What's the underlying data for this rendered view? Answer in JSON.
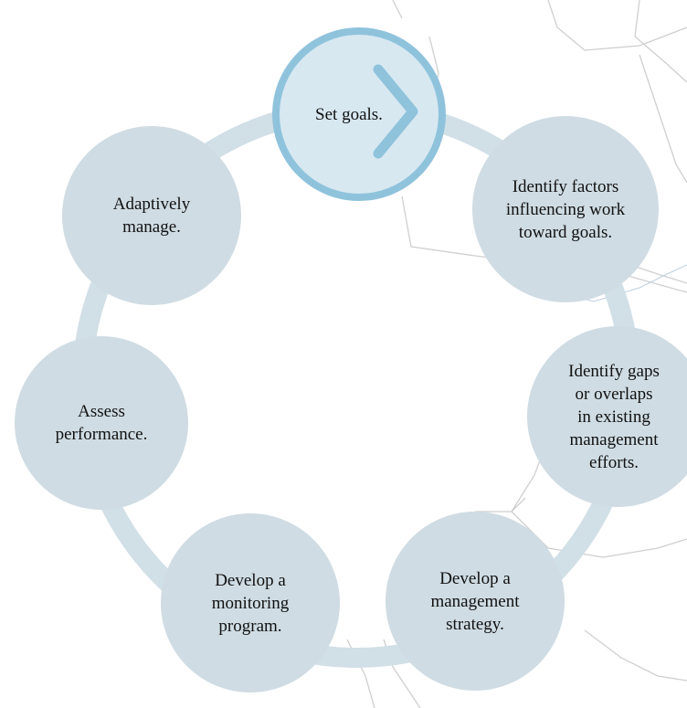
{
  "colors": {
    "node_fill": "#cfdce3",
    "ring": "#d1dfe6",
    "active_fill": "#d7e8f1",
    "active_border": "#8fc3dc",
    "map_lines": "#c9c9c9"
  },
  "cycle": {
    "steps": [
      {
        "id": "set-goals",
        "label": "Set goals.",
        "active": true,
        "icon": "chevron-right-icon"
      },
      {
        "id": "identify-factors",
        "label": "Identify factors\ninfluencing work\ntoward goals."
      },
      {
        "id": "identify-gaps",
        "label": "Identify gaps\nor overlaps\nin existing\nmanagement\nefforts."
      },
      {
        "id": "develop-management-strategy",
        "label": "Develop a\nmanagement\nstrategy."
      },
      {
        "id": "develop-monitoring-program",
        "label": "Develop a\nmonitoring\nprogram."
      },
      {
        "id": "assess-performance",
        "label": "Assess\nperformance."
      },
      {
        "id": "adaptively-manage",
        "label": "Adaptively\nmanage."
      }
    ]
  }
}
